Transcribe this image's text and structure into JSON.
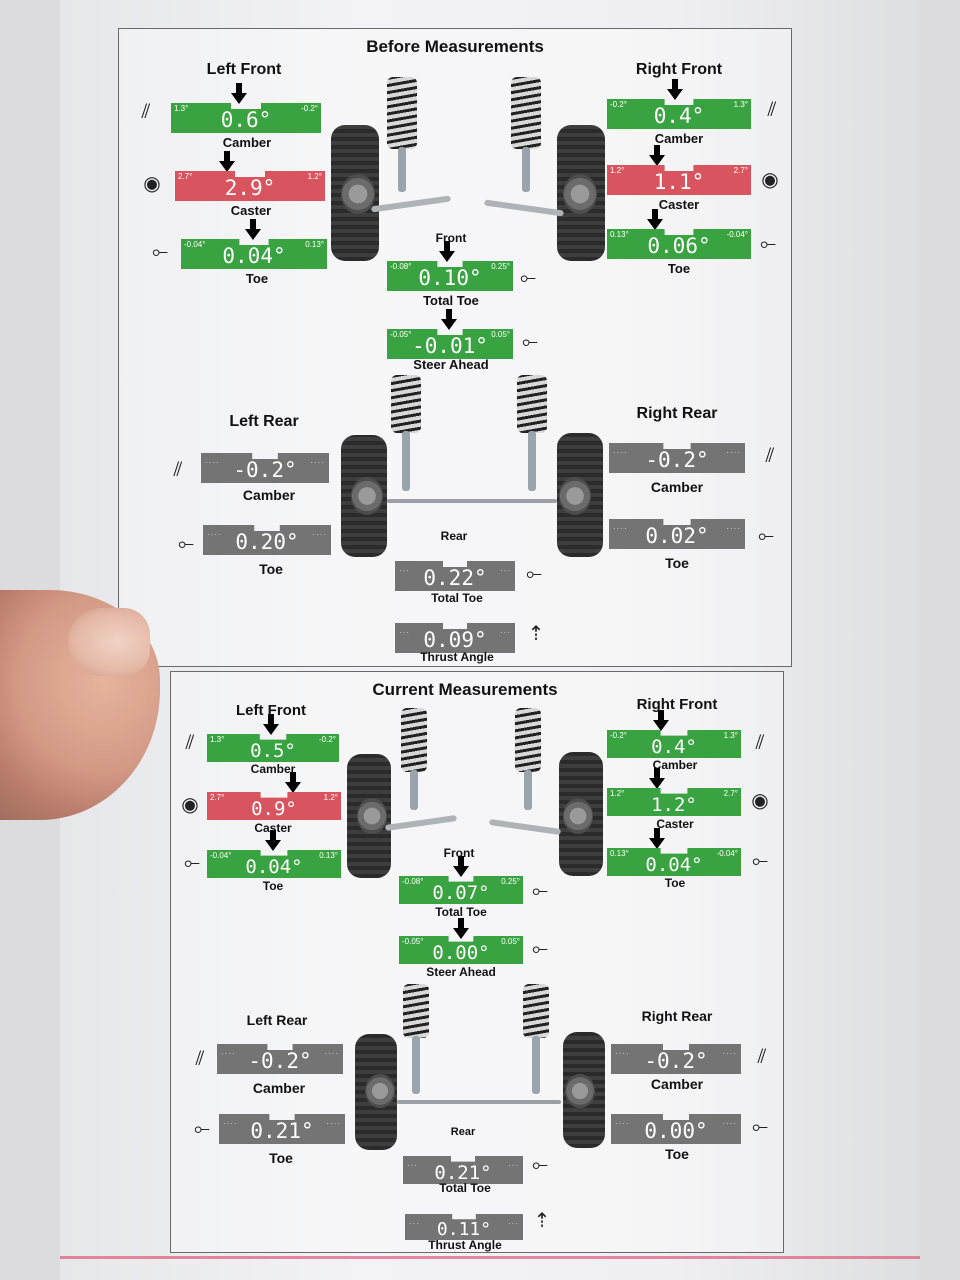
{
  "before": {
    "title": "Before Measurements",
    "lf_label": "Left Front",
    "rf_label": "Right Front",
    "lr_label": "Left Rear",
    "rr_label": "Right Rear",
    "front_label": "Front",
    "rear_label": "Rear",
    "lf_camber": {
      "value": "0.6°",
      "min": "1.3°",
      "max": "-0.2°",
      "caption": "Camber",
      "status": "green"
    },
    "lf_caster": {
      "value": "2.9°",
      "min": "2.7°",
      "max": "1.2°",
      "caption": "Caster",
      "status": "red"
    },
    "lf_toe": {
      "value": "0.04°",
      "min": "-0.04°",
      "max": "0.13°",
      "caption": "Toe",
      "status": "green"
    },
    "rf_camber": {
      "value": "0.4°",
      "min": "-0.2°",
      "max": "1.3°",
      "caption": "Camber",
      "status": "green"
    },
    "rf_caster": {
      "value": "1.1°",
      "min": "1.2°",
      "max": "2.7°",
      "caption": "Caster",
      "status": "red"
    },
    "rf_toe": {
      "value": "0.06°",
      "min": "0.13°",
      "max": "-0.04°",
      "caption": "Toe",
      "status": "green"
    },
    "total_toe_front": {
      "value": "0.10°",
      "min": "-0.08°",
      "max": "0.25°",
      "caption": "Total Toe",
      "status": "green"
    },
    "steer_ahead": {
      "value": "-0.01°",
      "min": "-0.05°",
      "max": "0.05°",
      "caption": "Steer Ahead",
      "status": "green"
    },
    "lr_camber": {
      "value": "-0.2°",
      "caption": "Camber",
      "status": "gray"
    },
    "lr_toe": {
      "value": "0.20°",
      "caption": "Toe",
      "status": "gray"
    },
    "rr_camber": {
      "value": "-0.2°",
      "caption": "Camber",
      "status": "gray"
    },
    "rr_toe": {
      "value": "0.02°",
      "caption": "Toe",
      "status": "gray"
    },
    "total_toe_rear": {
      "value": "0.22°",
      "caption": "Total Toe",
      "status": "gray"
    },
    "thrust_angle": {
      "value": "0.09°",
      "caption": "Thrust Angle",
      "status": "gray"
    }
  },
  "current": {
    "title": "Current Measurements",
    "lf_label": "Left Front",
    "rf_label": "Right Front",
    "lr_label": "Left Rear",
    "rr_label": "Right Rear",
    "front_label": "Front",
    "rear_label": "Rear",
    "lf_camber": {
      "value": "0.5°",
      "min": "1.3°",
      "max": "-0.2°",
      "caption": "Camber",
      "status": "green"
    },
    "lf_caster": {
      "value": "0.9°",
      "min": "2.7°",
      "max": "1.2°",
      "caption": "Caster",
      "status": "red"
    },
    "lf_toe": {
      "value": "0.04°",
      "min": "-0.04°",
      "max": "0.13°",
      "caption": "Toe",
      "status": "green"
    },
    "rf_camber": {
      "value": "0.4°",
      "min": "-0.2°",
      "max": "1.3°",
      "caption": "Camber",
      "status": "green"
    },
    "rf_caster": {
      "value": "1.2°",
      "min": "1.2°",
      "max": "2.7°",
      "caption": "Caster",
      "status": "green"
    },
    "rf_toe": {
      "value": "0.04°",
      "min": "0.13°",
      "max": "-0.04°",
      "caption": "Toe",
      "status": "green"
    },
    "total_toe_front": {
      "value": "0.07°",
      "min": "-0.08°",
      "max": "0.25°",
      "caption": "Total Toe",
      "status": "green"
    },
    "steer_ahead": {
      "value": "0.00°",
      "min": "-0.05°",
      "max": "0.05°",
      "caption": "Steer Ahead",
      "status": "green"
    },
    "lr_camber": {
      "value": "-0.2°",
      "caption": "Camber",
      "status": "gray"
    },
    "lr_toe": {
      "value": "0.21°",
      "caption": "Toe",
      "status": "gray"
    },
    "rr_camber": {
      "value": "-0.2°",
      "caption": "Camber",
      "status": "gray"
    },
    "rr_toe": {
      "value": "0.00°",
      "caption": "Toe",
      "status": "gray"
    },
    "total_toe_rear": {
      "value": "0.21°",
      "caption": "Total Toe",
      "status": "gray"
    },
    "thrust_angle": {
      "value": "0.11°",
      "caption": "Thrust Angle",
      "status": "gray"
    }
  },
  "colors": {
    "in_spec": "#3aa341",
    "out_of_spec": "#d85560",
    "no_spec": "#747474"
  },
  "icons": [
    "camber-icon",
    "caster-icon",
    "toe-icon",
    "thrust-icon"
  ]
}
